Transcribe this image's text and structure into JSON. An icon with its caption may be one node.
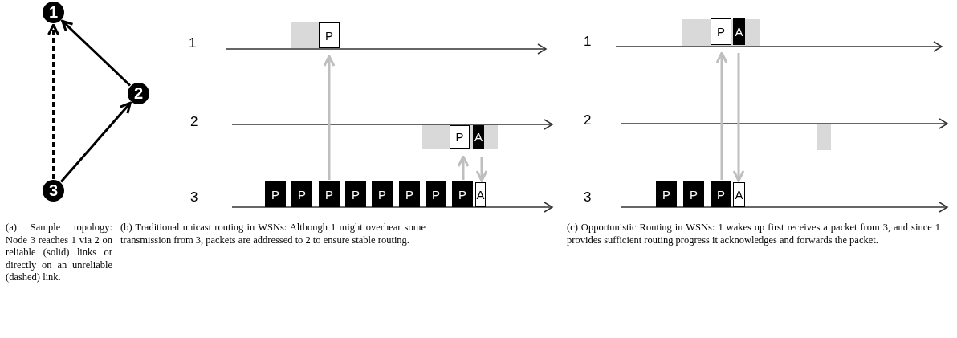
{
  "diagram": {
    "nodes": [
      {
        "text": [
          "1"
        ]
      },
      {
        "text": [
          "2"
        ]
      },
      {
        "text": [
          "3"
        ]
      },
      {
        "text": [
          "P"
        ]
      },
      {
        "text": [
          "P"
        ]
      },
      {
        "text": [
          "A"
        ]
      },
      {
        "text": [
          "P"
        ]
      },
      {
        "text": [
          "P"
        ]
      },
      {
        "text": [
          "P"
        ]
      },
      {
        "text": [
          "P"
        ]
      },
      {
        "text": [
          "P"
        ]
      },
      {
        "text": [
          "P"
        ]
      },
      {
        "text": [
          "P"
        ]
      },
      {
        "text": [
          "P"
        ]
      },
      {
        "text": [
          "A"
        ]
      },
      {
        "text": [
          "P"
        ]
      },
      {
        "text": [
          "A"
        ]
      },
      {
        "text": [
          "P"
        ]
      },
      {
        "text": [
          "P"
        ]
      },
      {
        "text": [
          "P"
        ]
      },
      {
        "text": [
          "A"
        ]
      }
    ],
    "edges": [
      {
        "from": 2,
        "to": 1,
        "arrow": "to",
        "color": "#000000"
      },
      {
        "from": 1,
        "to": 0,
        "arrow": "to",
        "color": "#000000"
      },
      {
        "from": 2,
        "to": 0,
        "arrow": "to",
        "style": "dashed",
        "color": "#000000"
      },
      {
        "from": 8,
        "to": 3,
        "arrow": "to",
        "color": "#bfbfbf"
      },
      {
        "from": 13,
        "to": 4,
        "arrow": "to",
        "color": "#bfbfbf"
      },
      {
        "from": 5,
        "to": 14,
        "arrow": "to",
        "color": "#bfbfbf"
      },
      {
        "from": 19,
        "to": 15,
        "arrow": "to",
        "color": "#bfbfbf"
      },
      {
        "from": 16,
        "to": 20,
        "arrow": "to",
        "color": "#bfbfbf"
      }
    ],
    "labels": [
      "1",
      "1",
      "2",
      "2",
      "3",
      "3",
      "(a) Sample topology: Node 3 reaches 1 via 2 on reliable (solid) links or directly on an unreliable (dashed) link.",
      "(b) Traditional unicast routing in WSNs: Although 1 might overhear some transmission from 3, packets are addressed to 2 to ensure stable routing.",
      "(c) Opportunistic Routing in WSNs: 1 wakes up first receives a packet from 3, and since 1 provides sufficient routing progress it acknowledges and forwards the packet."
    ]
  }
}
